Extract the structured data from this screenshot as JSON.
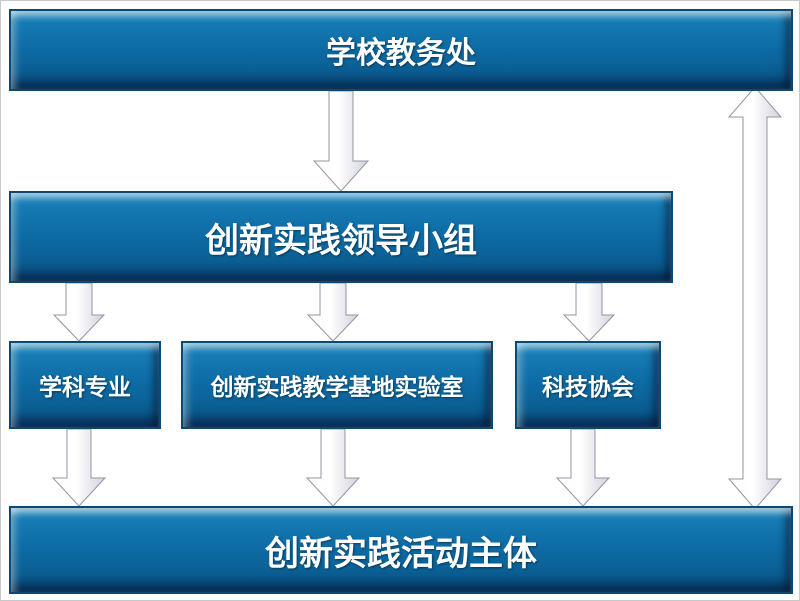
{
  "diagram": {
    "nodes": {
      "top": {
        "label": "学校教务处"
      },
      "leadership": {
        "label": "创新实践领导小组"
      },
      "discipline": {
        "label": "学科专业"
      },
      "lab": {
        "label": "创新实践教学基地实验室"
      },
      "association": {
        "label": "科技协会"
      },
      "bottom": {
        "label": "创新实践活动主体"
      }
    },
    "edges": [
      {
        "from": "top",
        "to": "leadership",
        "type": "down-arrow"
      },
      {
        "from": "leadership",
        "to": "discipline",
        "type": "down-arrow"
      },
      {
        "from": "leadership",
        "to": "lab",
        "type": "down-arrow"
      },
      {
        "from": "leadership",
        "to": "association",
        "type": "down-arrow"
      },
      {
        "from": "discipline",
        "to": "bottom",
        "type": "down-arrow"
      },
      {
        "from": "lab",
        "to": "bottom",
        "type": "down-arrow"
      },
      {
        "from": "association",
        "to": "bottom",
        "type": "double-arrow"
      },
      {
        "from": "top",
        "to": "bottom",
        "type": "double-arrow-side"
      }
    ],
    "colors": {
      "box_fill": "#0e6ca6",
      "box_highlight": "#1a82ba",
      "box_shadow": "#095688",
      "box_border": "#0a4a72",
      "text": "#ffffff",
      "arrow_fill_light": "#fdfdff",
      "arrow_fill_dark": "#d2d2de",
      "arrow_stroke": "#9494a4",
      "background": "#ffffff"
    }
  }
}
